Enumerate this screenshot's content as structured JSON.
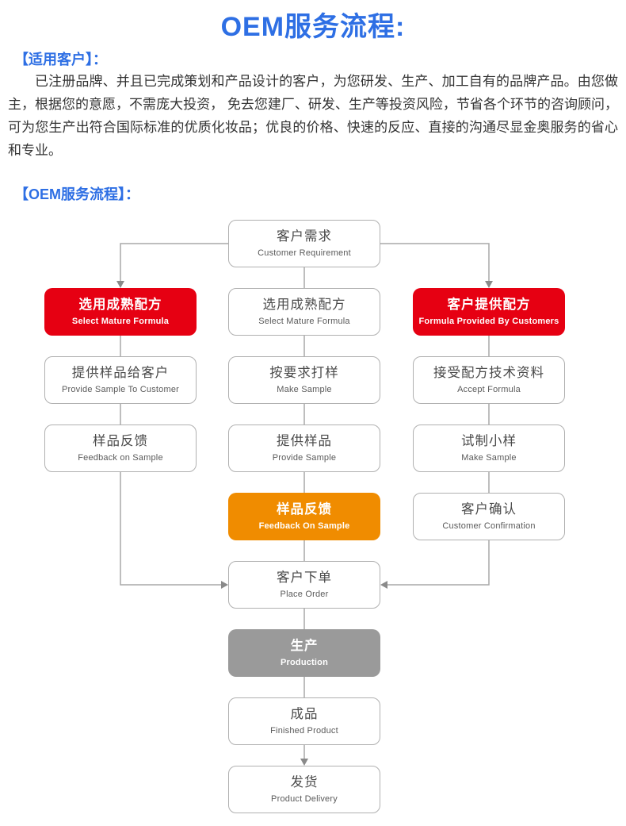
{
  "page": {
    "title": "OEM服务流程:",
    "customers_section": {
      "label": "【适用客户】：",
      "body": "已注册品牌、并且已完成策划和产品设计的客户，为您研发、生产、加工自有的品牌产品。由您做主，根据您的意愿，不需庞大投资， 免去您建厂、研发、生产等投资风险，节省各个环节的咨询顾问，可为您生产出符合国际标准的优质化妆品；优良的价格、快速的反应、直接的沟通尽显金奥服务的省心和专业。"
    },
    "flow_section": {
      "label": "【OEM服务流程】："
    }
  },
  "colors": {
    "accent_blue": "#2e6fe4",
    "node_red": "#e60012",
    "node_orange": "#f08c00",
    "node_gray": "#9a9a9a",
    "line_gray": "#a9a9a9",
    "body_text": "#333333"
  },
  "flowchart": {
    "nodes": [
      {
        "id": "customer-requirement",
        "zh": "客户需求",
        "en": "Customer Requirement",
        "col": "middle",
        "row": 1,
        "variant": "white"
      },
      {
        "id": "select-mature-formula-left",
        "zh": "选用成熟配方",
        "en": "Select Mature Formula",
        "col": "left",
        "row": 2,
        "variant": "red"
      },
      {
        "id": "select-mature-formula-middle",
        "zh": "选用成熟配方",
        "en": "Select Mature Formula",
        "col": "middle",
        "row": 2,
        "variant": "white"
      },
      {
        "id": "formula-provided-by-customers",
        "zh": "客户提供配方",
        "en": "Formula Provided By Customers",
        "col": "right",
        "row": 2,
        "variant": "red"
      },
      {
        "id": "provide-sample-to-customer",
        "zh": "提供样品给客户",
        "en": "Provide Sample To Customer",
        "col": "left",
        "row": 3,
        "variant": "white"
      },
      {
        "id": "make-sample-to-order",
        "zh": "按要求打样",
        "en": "Make Sample",
        "col": "middle",
        "row": 3,
        "variant": "white"
      },
      {
        "id": "accept-formula",
        "zh": "接受配方技术资料",
        "en": "Accept Formula",
        "col": "right",
        "row": 3,
        "variant": "white"
      },
      {
        "id": "feedback-on-sample-left",
        "zh": "样品反馈",
        "en": "Feedback on Sample",
        "col": "left",
        "row": 4,
        "variant": "white"
      },
      {
        "id": "provide-sample",
        "zh": "提供样品",
        "en": "Provide Sample",
        "col": "middle",
        "row": 4,
        "variant": "white"
      },
      {
        "id": "trial-small-sample",
        "zh": "试制小样",
        "en": "Make Sample",
        "col": "right",
        "row": 4,
        "variant": "white"
      },
      {
        "id": "feedback-on-sample-middle",
        "zh": "样品反馈",
        "en": "Feedback On Sample",
        "col": "middle",
        "row": 5,
        "variant": "orange"
      },
      {
        "id": "customer-confirmation",
        "zh": "客户确认",
        "en": "Customer Confirmation",
        "col": "right",
        "row": 5,
        "variant": "white"
      },
      {
        "id": "place-order",
        "zh": "客户下单",
        "en": "Place Order",
        "col": "middle",
        "row": 6,
        "variant": "white"
      },
      {
        "id": "production",
        "zh": "生产",
        "en": "Production",
        "col": "middle",
        "row": 7,
        "variant": "gray"
      },
      {
        "id": "finished-product",
        "zh": "成品",
        "en": "Finished Product",
        "col": "middle",
        "row": 8,
        "variant": "white"
      },
      {
        "id": "product-delivery",
        "zh": "发货",
        "en": "Product Delivery",
        "col": "middle",
        "row": 9,
        "variant": "white"
      }
    ]
  }
}
